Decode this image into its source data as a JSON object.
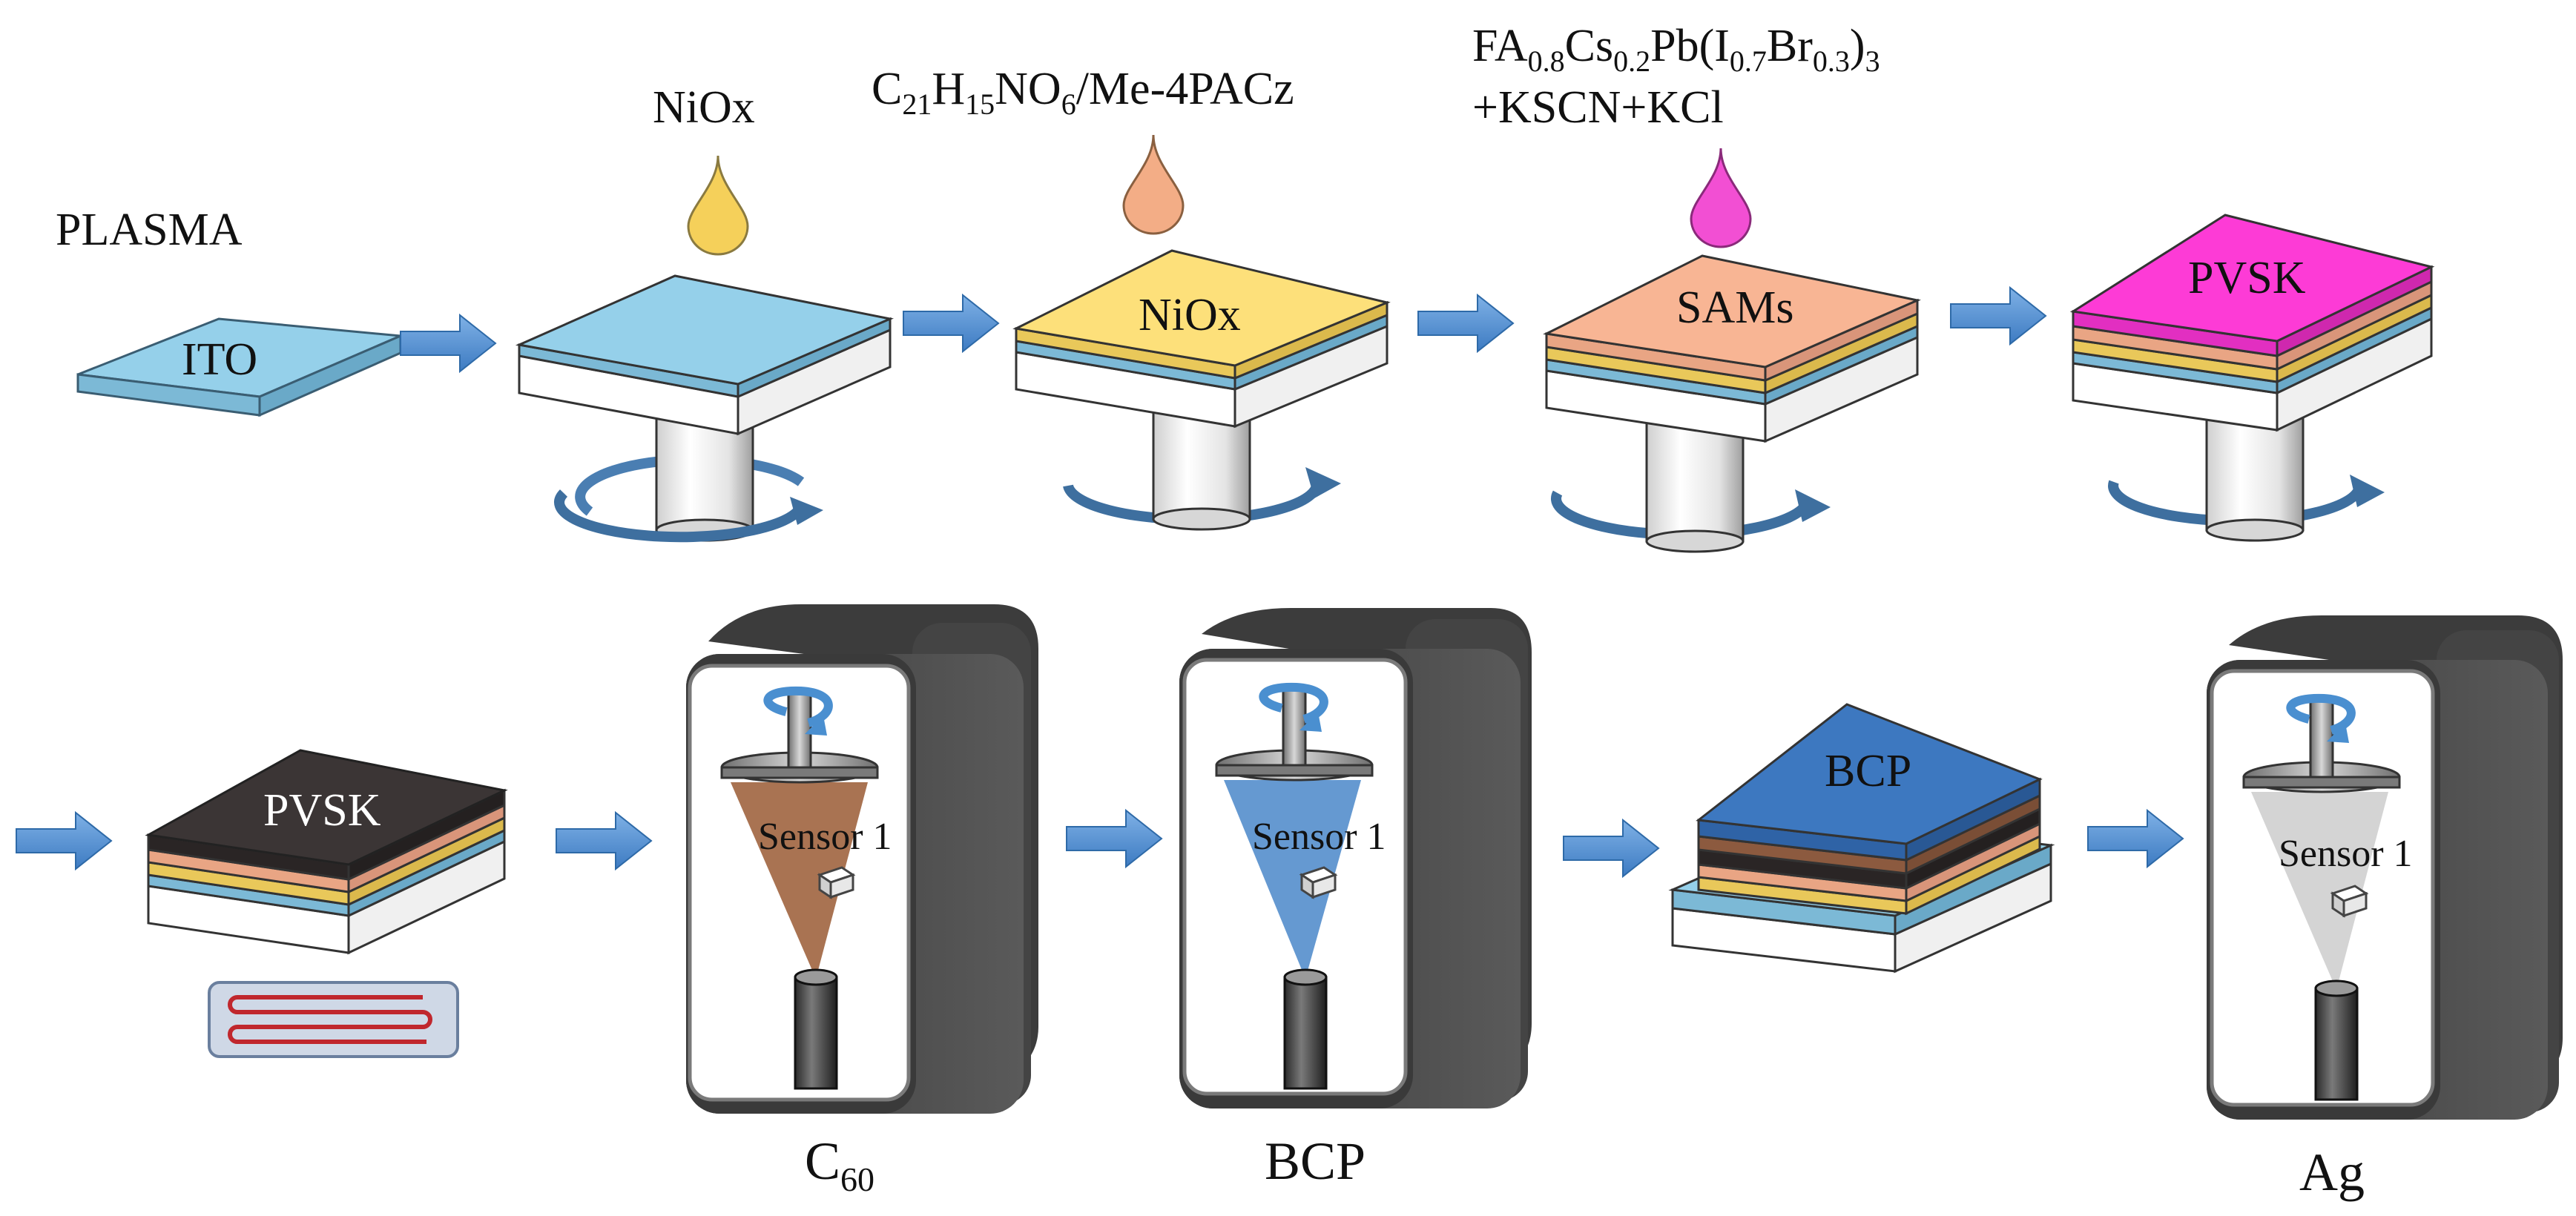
{
  "colors": {
    "ito": "#95d0ea",
    "nio": "#fde07a",
    "sam": "#f8b594",
    "pvsk_pink": "#fd3bd6",
    "pvsk_dark": "#3b3535",
    "c60": "#8c5a3f",
    "bcp": "#3d78c0",
    "base": "#ffffff",
    "arrow": "#4f8fd4",
    "arrow_edge": "#2e6aa8",
    "spin": "#4a7eb2",
    "drop_nio": "#f5d05a",
    "drop_sam": "#f3ad86",
    "drop_pvsk": "#f24fd3",
    "cone_c60": "#a46b49",
    "cone_bcp": "#5d93cf",
    "cone_ag": "#d2d2d2",
    "heater_fill": "#cfd8e6",
    "heater_line": "#c0272d"
  },
  "labels": {
    "plasma": "PLASMA",
    "ito": "ITO",
    "niox_drop": "NiOx",
    "sam_prefix": "C",
    "sam_sub1": "21",
    "sam_h": "H",
    "sam_sub2": "15",
    "sam_no": "NO",
    "sam_sub3": "6",
    "sam_suffix": "/Me-4PACz",
    "pvsk_line1_fa": "FA",
    "pvsk_line1_sub1": "0.8",
    "pvsk_line1_cs": "Cs",
    "pvsk_line1_sub2": "0.2",
    "pvsk_line1_pb": "Pb(I",
    "pvsk_line1_sub3": "0.7",
    "pvsk_line1_br": "Br",
    "pvsk_line1_sub4": "0.3",
    "pvsk_line1_close": ")",
    "pvsk_line1_sub5": "3",
    "pvsk_line2": "+KSCN+KCl",
    "niox_layer": "NiOx",
    "sams_layer": "SAMs",
    "pvsk_layer_top": "PVSK",
    "pvsk_layer_bottom": "PVSK",
    "sensor_c60": "Sensor 1",
    "sensor_bcp": "Sensor 1",
    "sensor_ag": "Sensor 1",
    "bcp_stack": "BCP",
    "caption_c60_c": "C",
    "caption_c60_sub": "60",
    "caption_bcp": "BCP",
    "caption_ag": "Ag"
  }
}
